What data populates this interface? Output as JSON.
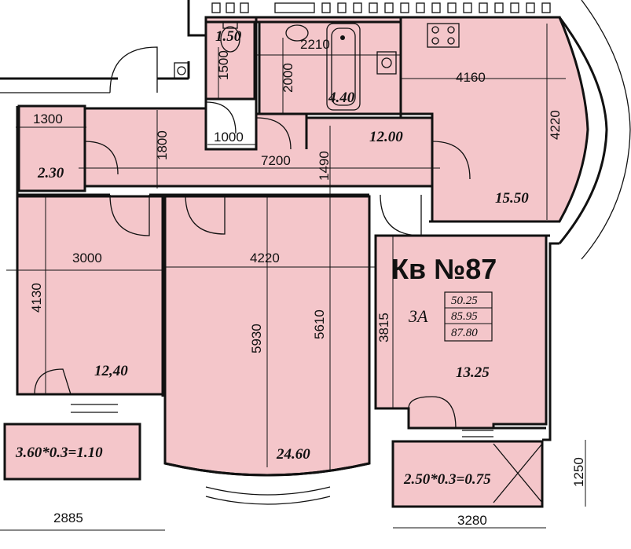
{
  "apartment": {
    "title": "Кв №87",
    "rooms": "3А",
    "areas": [
      "50.25",
      "85.95",
      "87.80"
    ]
  },
  "room_areas": {
    "bathroom_small": "1.50",
    "bath": "4.40",
    "hall": "12.00",
    "kitchen": "15.50",
    "storage": "2.30",
    "bedroom_left": "12,40",
    "living": "24.60",
    "bedroom_right": "13.25",
    "balcony_left": "3.60*0.3=1.10",
    "balcony_right": "2.50*0.3=0.75"
  },
  "dimensions": {
    "d2210": "2210",
    "d1500": "1500",
    "d2000": "2000",
    "d4160": "4160",
    "d4220_kitchen": "4220",
    "d1300": "1300",
    "d1000": "1000",
    "d1800": "1800",
    "d7200": "7200",
    "d1490": "1490",
    "d3000": "3000",
    "d4220": "4220",
    "d4130": "4130",
    "d5930": "5930",
    "d5610": "5610",
    "d3815": "3815",
    "d2885": "2885",
    "d3280": "3280",
    "d1250": "1250"
  }
}
